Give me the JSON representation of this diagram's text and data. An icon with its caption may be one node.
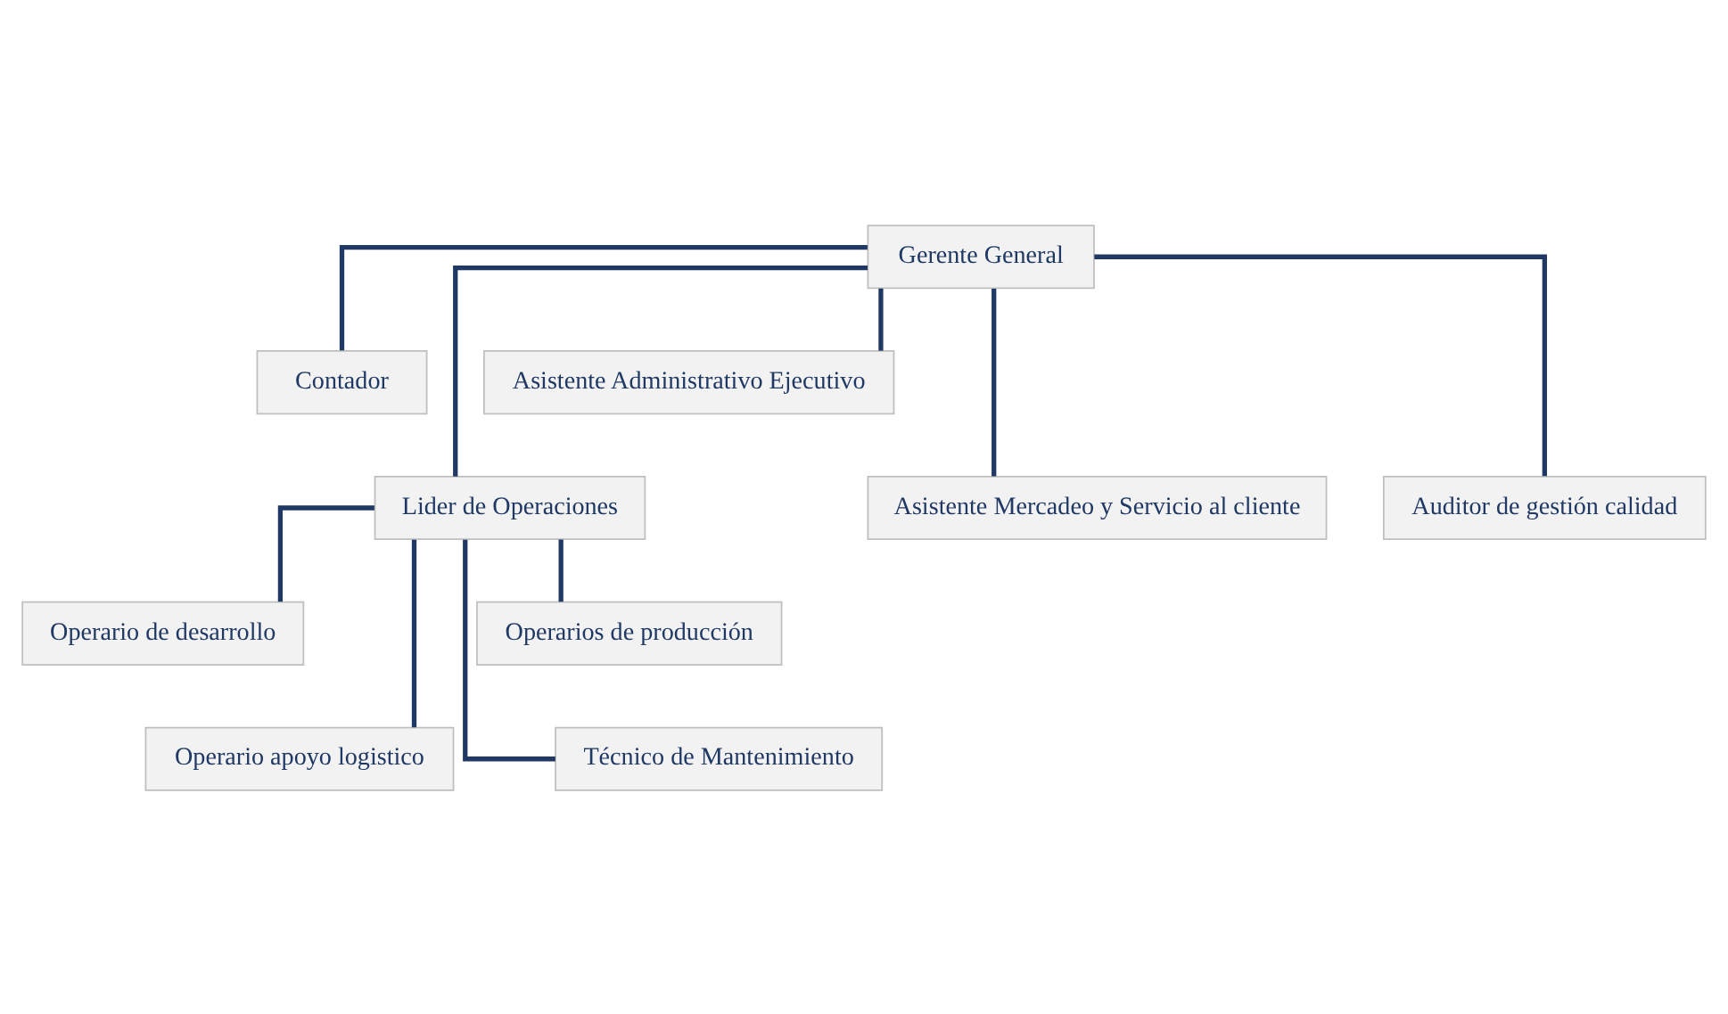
{
  "diagram": {
    "nodes": [
      {
        "text": [
          "Gerente General"
        ]
      },
      {
        "text": [
          "Contador"
        ]
      },
      {
        "text": [
          "Asistente Administrativo Ejecutivo"
        ]
      },
      {
        "text": [
          "Asistente Mercadeo y Servicio al cliente"
        ]
      },
      {
        "text": [
          "Lider de Operaciones"
        ]
      },
      {
        "text": [
          "Auditor de gestión calidad"
        ]
      },
      {
        "text": [
          "Operario de desarrollo"
        ]
      },
      {
        "text": [
          "Operarios de producción"
        ]
      },
      {
        "text": [
          "Operario apoyo logistico"
        ]
      },
      {
        "text": [
          "Técnico de Mantenimiento"
        ]
      }
    ],
    "edges": [
      {
        "from": 0,
        "to": 1,
        "arrow": "none"
      },
      {
        "from": 0,
        "to": 2,
        "arrow": "none"
      },
      {
        "from": 0,
        "to": 3,
        "arrow": "none"
      },
      {
        "from": 0,
        "to": 4,
        "arrow": "none"
      },
      {
        "from": 0,
        "to": 5,
        "arrow": "none"
      },
      {
        "from": 4,
        "to": 6,
        "arrow": "none"
      },
      {
        "from": 4,
        "to": 7,
        "arrow": "none"
      },
      {
        "from": 4,
        "to": 8,
        "arrow": "none"
      },
      {
        "from": 4,
        "to": 9,
        "arrow": "none"
      }
    ]
  }
}
